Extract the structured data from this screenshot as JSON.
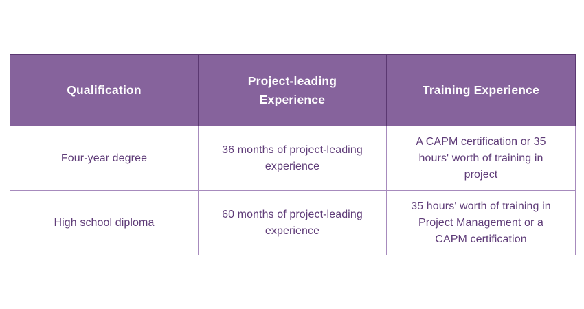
{
  "chart_data": {
    "type": "table",
    "columns": [
      "Qualification",
      "Project-leading\nExperience",
      "Training Experience"
    ],
    "rows": [
      [
        "Four-year degree",
        "36 months of project-leading experience",
        "A CAPM certification or 35 hours' worth of training in project"
      ],
      [
        "High school diploma",
        "60 months of project-leading experience",
        "35 hours' worth of training in Project Management or a CAPM certification"
      ]
    ],
    "layout": {
      "header_position": "top",
      "grid": "on",
      "text_align": "center"
    }
  },
  "colors": {
    "page_background": "#FFFFFF",
    "header_background": "#86639C",
    "header_text": "#FFFFFF",
    "header_border": "#5B3871",
    "header_bottom_border": "#4E2C62",
    "body_border": "#A78BBD",
    "body_text": "#5F3C78",
    "body_background": "#FFFFFF"
  }
}
